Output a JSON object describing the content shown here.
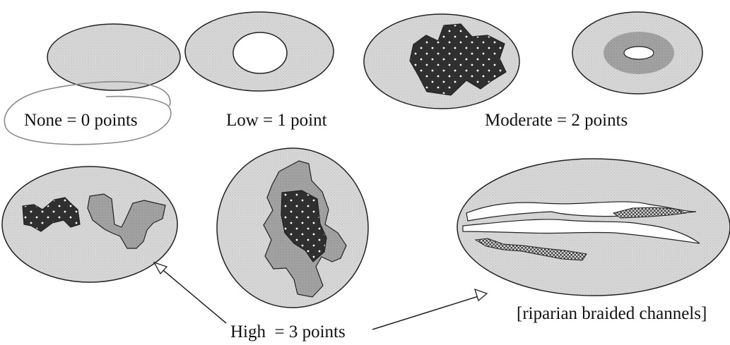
{
  "labels": {
    "none": "None = 0 points",
    "low": "Low = 1 point",
    "moderate": "Moderate = 2 points",
    "high": "High  = 3 points",
    "riparian": "[riparian braided channels]"
  },
  "colors": {
    "background": "#ffffff",
    "light_fill": "#d7d7d7",
    "medium_fill": "#a2a2a2",
    "dark_fill": "#2f2f2f",
    "outline": "#222222",
    "hand_circle": "#8a8a8a"
  }
}
